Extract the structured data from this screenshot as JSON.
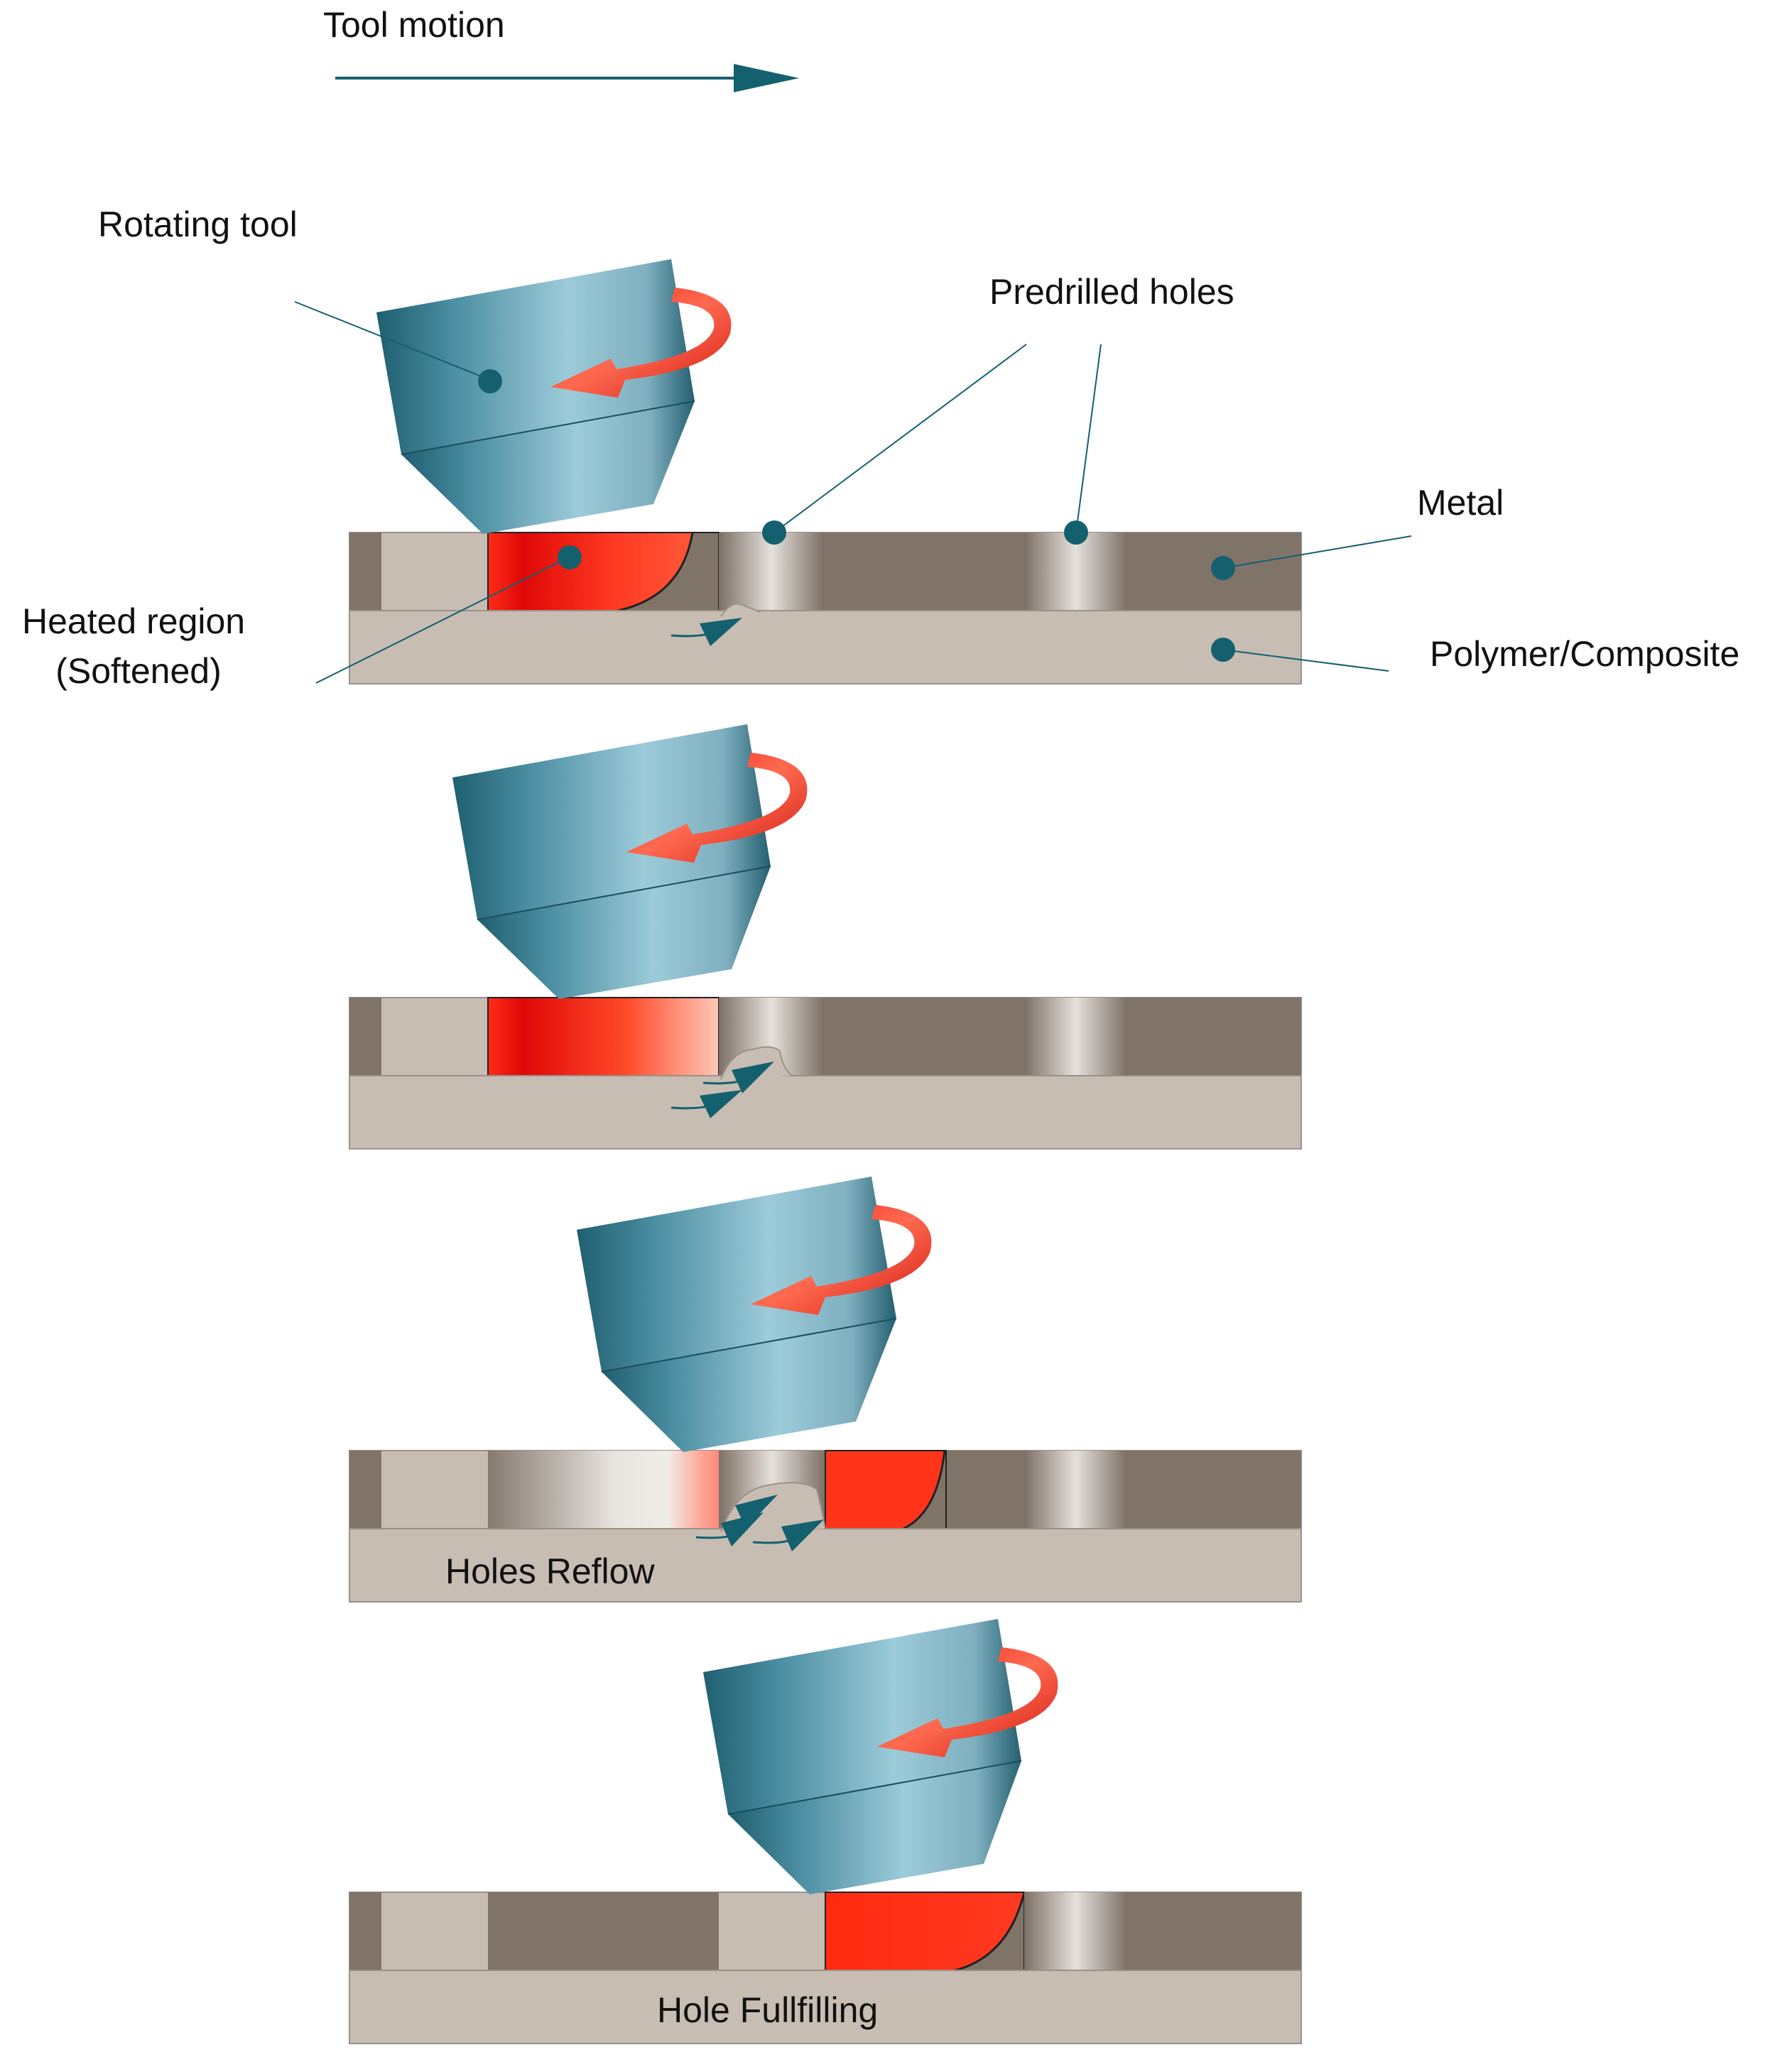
{
  "labels": {
    "tool_motion": "Tool motion",
    "rotating_tool": "Rotating tool",
    "predrilled_holes": "Predrilled holes",
    "metal": "Metal",
    "heated_region_line1": "Heated region",
    "heated_region_line2": "(Softened)",
    "polymer_composite": "Polymer/Composite",
    "holes_reflow": "Holes Reflow",
    "hole_fullfilling": "Hole Fullfilling"
  },
  "colors": {
    "metal": "#807469",
    "polymer": "#c8bdb3",
    "tool_dark": "#1e5f70",
    "tool_light": "#9ccbd9",
    "heat_red": "#ff1a10",
    "heat_orange": "#ff5a30",
    "accent": "#14606e"
  },
  "stages": [
    {
      "name": "stage-1",
      "label": ""
    },
    {
      "name": "stage-2",
      "label": ""
    },
    {
      "name": "stage-3",
      "label": "Holes Reflow"
    },
    {
      "name": "stage-4",
      "label": "Hole Fullfilling"
    }
  ]
}
